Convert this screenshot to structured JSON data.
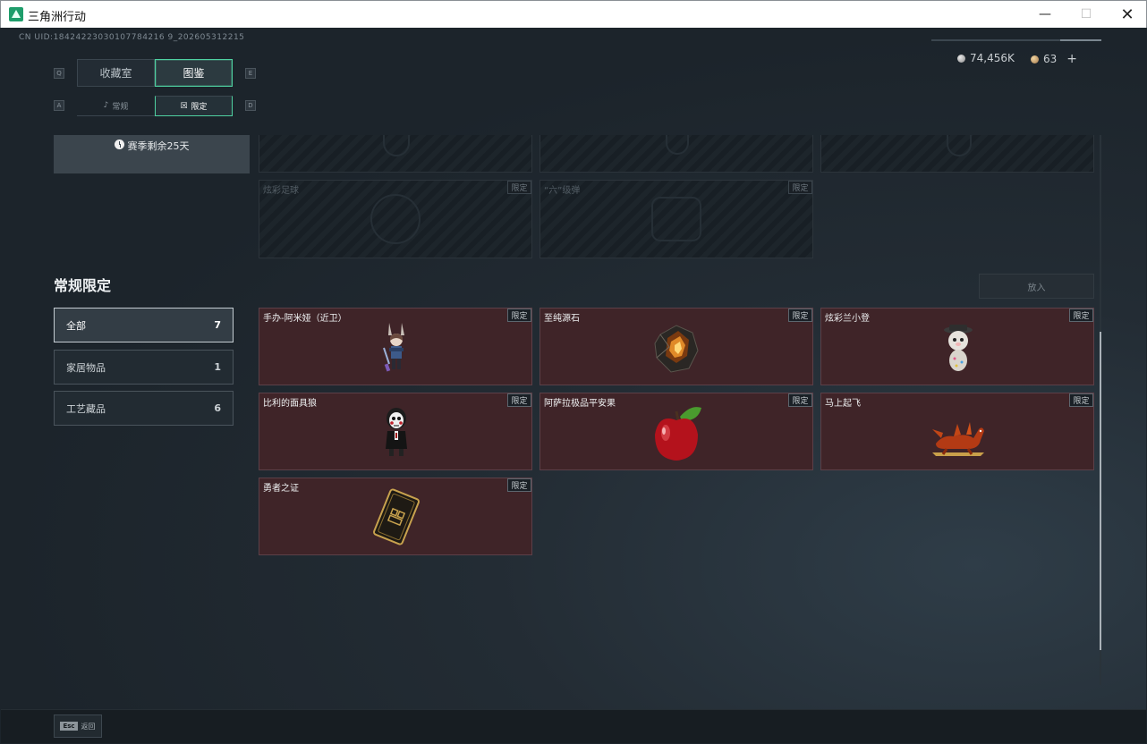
{
  "window": {
    "title": "三角洲行动",
    "minimize": "—",
    "maximize": "☐",
    "close": "✕"
  },
  "header": {
    "uid": "CN UID:18424223030107784216 9_202605312215",
    "currency": [
      {
        "icon": "silver-coin-icon",
        "value": "74,456K"
      },
      {
        "icon": "gold-coin-icon",
        "value": "63"
      }
    ],
    "add_label": "+"
  },
  "tabs": {
    "main": [
      {
        "label": "收藏室",
        "active": false
      },
      {
        "label": "图鉴",
        "active": true
      }
    ],
    "sub": [
      {
        "label": "常规",
        "icon": "leaf-icon",
        "active": false
      },
      {
        "label": "限定",
        "icon": "limited-icon",
        "active": true
      }
    ],
    "keys": {
      "prev_main": "Q",
      "next_main": "E",
      "prev_sub": "A",
      "next_sub": "D"
    }
  },
  "season": {
    "text": "赛季剩余25天",
    "icon": "clock-icon"
  },
  "top_cards": [
    {
      "name": "炫彩足球",
      "tag": "限定"
    },
    {
      "name": "“六”级弹",
      "tag": "限定"
    }
  ],
  "section": {
    "title": "常规限定",
    "categories": [
      {
        "label": "全部",
        "count": "7",
        "active": true
      },
      {
        "label": "家居物品",
        "count": "1",
        "active": false
      },
      {
        "label": "工艺藏品",
        "count": "6",
        "active": false
      }
    ],
    "put_button": "放入",
    "items": [
      {
        "name": "手办-阿米娅（近卫）",
        "tag": "限定",
        "icon": "figurine-icon"
      },
      {
        "name": "至纯源石",
        "tag": "限定",
        "icon": "originium-icon"
      },
      {
        "name": "炫彩兰小登",
        "tag": "限定",
        "icon": "mascot-icon"
      },
      {
        "name": "比利的面具狼",
        "tag": "限定",
        "icon": "mask-doll-icon"
      },
      {
        "name": "阿萨拉极品平安果",
        "tag": "限定",
        "icon": "apple-icon"
      },
      {
        "name": "马上起飞",
        "tag": "限定",
        "icon": "horse-icon"
      },
      {
        "name": "勇者之证",
        "tag": "限定",
        "icon": "card-icon"
      }
    ]
  },
  "footer": {
    "esc_key": "Esc",
    "back_label": "返回"
  },
  "colors": {
    "accent": "#4fd1a1",
    "card_bg": "#3f2428",
    "card_border": "#5c4048"
  }
}
